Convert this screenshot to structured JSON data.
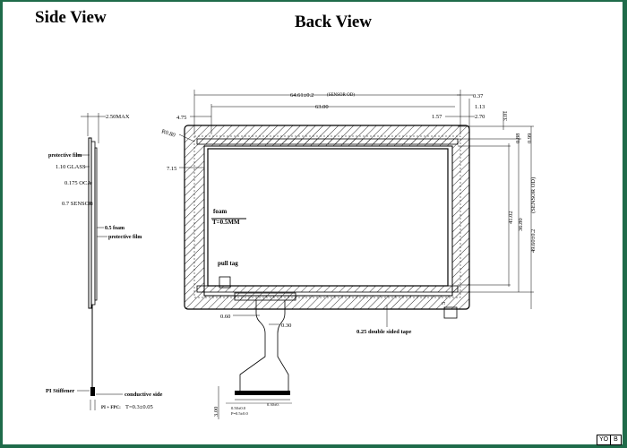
{
  "titles": {
    "side": "Side View",
    "back": "Back View"
  },
  "side_view": {
    "dim_top": "2.50MAX",
    "protective_film": "protective film",
    "glass": "1.10 GLASS",
    "oca": "0.175 OCA",
    "sensor": "0.7 SENSOR",
    "foam": "0.5 foam",
    "protective_film_2": "protective film",
    "pi_stiffener": "PI Stiffener",
    "conductive_side": "conductive side",
    "pi_fpc": "PI + FPC:",
    "pi_fpc_value": "T=0.3±0.05"
  },
  "back_view": {
    "width_total": "64.61±0.2",
    "width_total_note": "(SENSOR OD)",
    "width_inner": "63.00",
    "dim_0_37": "0.37",
    "dim_1_13": "1.13",
    "dim_1_57": "1.57",
    "dim_2_70": "2.70",
    "dim_3_01": "3.01",
    "dim_4_75": "4.75",
    "dim_r0_80": "R0.80",
    "dim_7_15": "7.15",
    "dim_0_88": "0.88",
    "dim_0_99": "0.99",
    "dim_41_02": "41.02",
    "dim_36_80": "36.80",
    "dim_height": "49.60±0.2",
    "dim_height_note": "(SENSOR OD)",
    "dim_0_60": "0.60",
    "dim_0_30": "0.30",
    "dim_3_00": "3.00",
    "fpc_pitch_1": "0.50±0.0",
    "fpc_pitch_2": "P=0.5±0.0",
    "fpc_width": "0.30±0.",
    "dim_side_5": "5",
    "foam": "foam",
    "foam_t": "T=0.5MM",
    "pull_tag": "pull tag",
    "tape": "0.25 double sided tape"
  },
  "title_block": {
    "cell_1": "YO",
    "cell_2": "B"
  }
}
